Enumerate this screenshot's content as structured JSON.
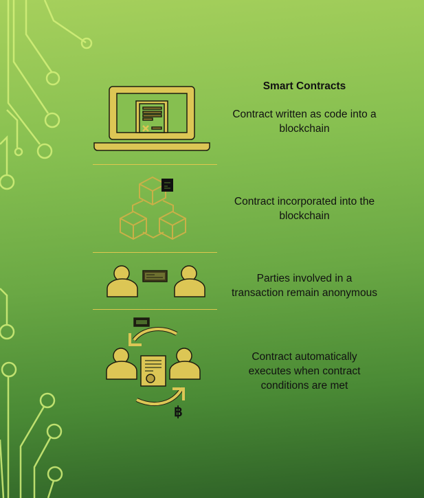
{
  "title": "Smart Contracts",
  "steps": [
    {
      "icon": "laptop-contract-icon",
      "text": "Contract written as code into a blockchain"
    },
    {
      "icon": "blockchain-blocks-icon",
      "text": "Contract incorporated into the blockchain"
    },
    {
      "icon": "anonymous-parties-icon",
      "text": "Parties involved in a transaction remain anonymous"
    },
    {
      "icon": "contract-execution-cycle-icon",
      "text": "Contract automatically executes when contract conditions are met"
    }
  ],
  "colors": {
    "icon": "#dcc655",
    "outline": "#1d1d10",
    "circuit": "#d4f07a",
    "divider": "#e0c84e"
  }
}
